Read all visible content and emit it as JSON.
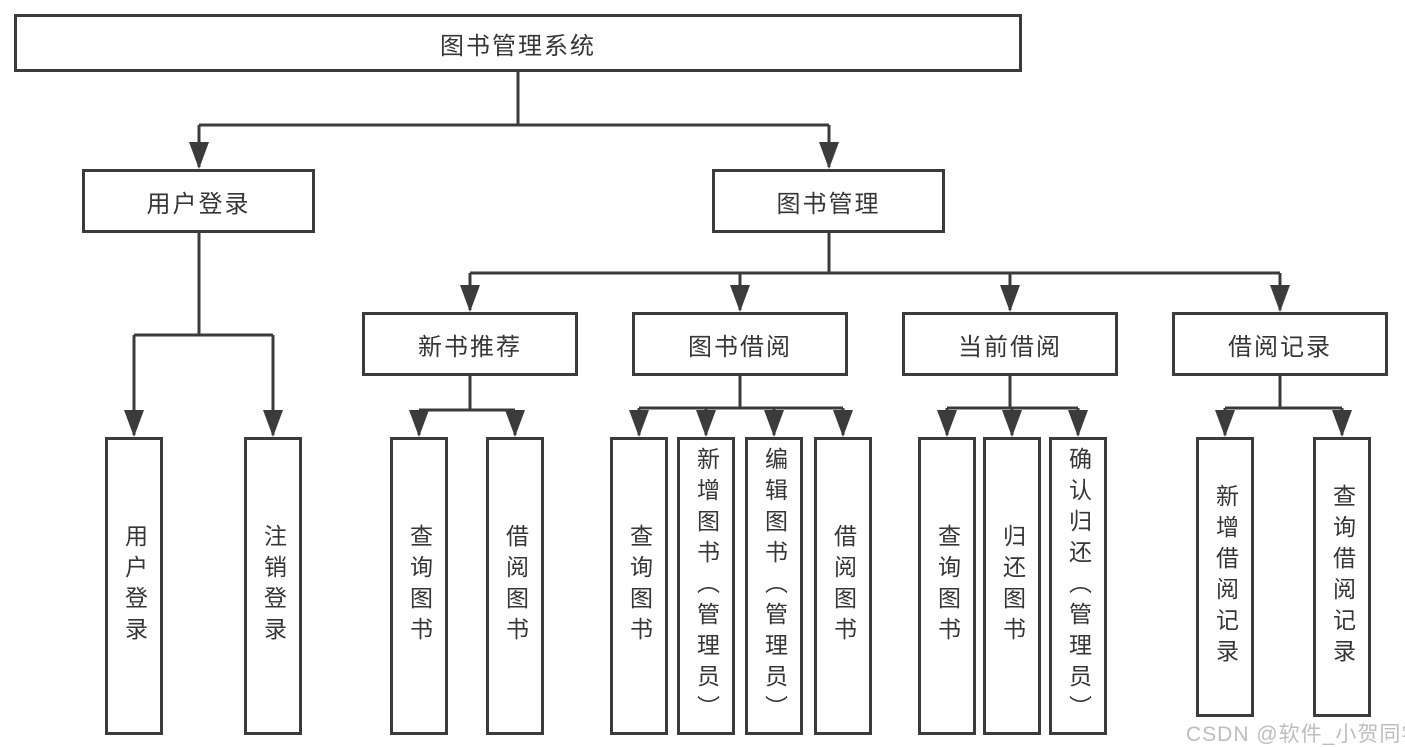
{
  "diagram": {
    "title": "图书管理系统",
    "root": {
      "label": "图书管理系统"
    },
    "branches": [
      {
        "label": "用户登录",
        "children": [
          {
            "label": "用户登录"
          },
          {
            "label": "注销登录"
          }
        ]
      },
      {
        "label": "图书管理",
        "children": [
          {
            "label": "新书推荐",
            "children": [
              {
                "label": "查询图书"
              },
              {
                "label": "借阅图书"
              }
            ]
          },
          {
            "label": "图书借阅",
            "children": [
              {
                "label": "查询图书"
              },
              {
                "label": "新增图书（管理员）"
              },
              {
                "label": "编辑图书（管理员）"
              },
              {
                "label": "借阅图书"
              }
            ]
          },
          {
            "label": "当前借阅",
            "children": [
              {
                "label": "查询图书"
              },
              {
                "label": "归还图书"
              },
              {
                "label": "确认归还（管理员）"
              }
            ]
          },
          {
            "label": "借阅记录",
            "children": [
              {
                "label": "新增借阅记录"
              },
              {
                "label": "查询借阅记录"
              }
            ]
          }
        ]
      }
    ]
  },
  "colors": {
    "line": "#3b3b3b",
    "box_border": "#3b3b3b",
    "text": "#363636",
    "watermark": "#bdbdbd",
    "background": "#ffffff"
  },
  "watermark": {
    "text": "CSDN @软件_小贺同学"
  }
}
